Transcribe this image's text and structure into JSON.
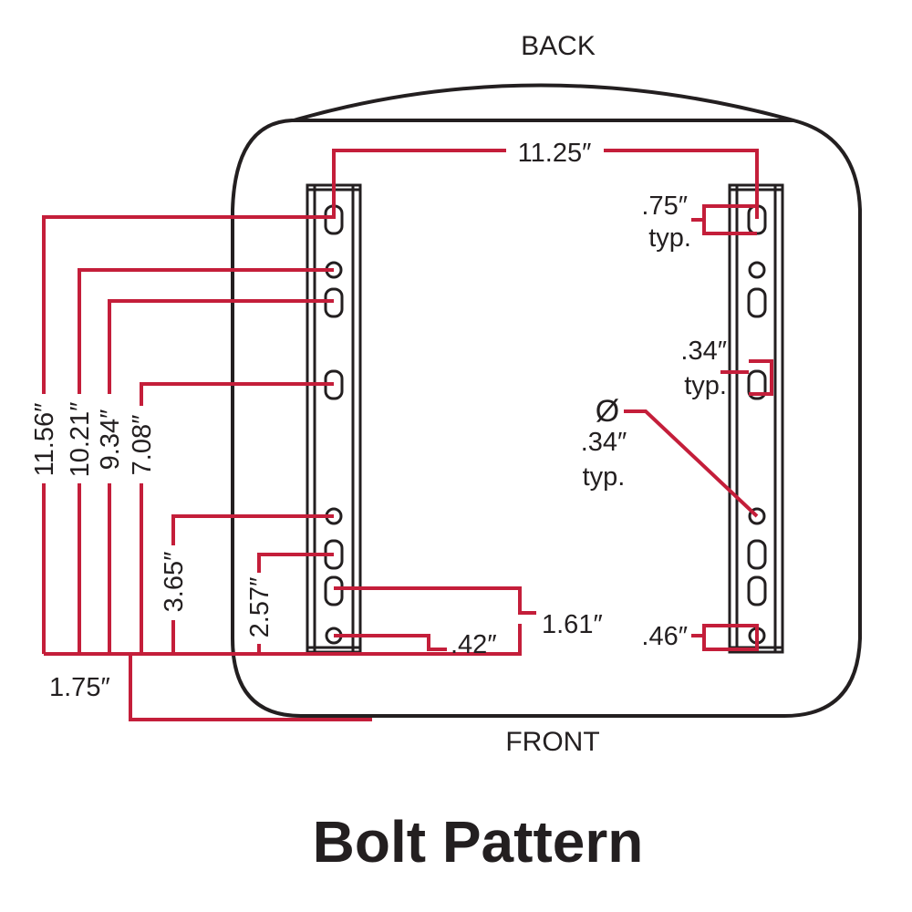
{
  "labels": {
    "back": "BACK",
    "front": "FRONT",
    "title": "Bolt Pattern",
    "width_11_25": "11.25″",
    "slot_075": ".75″",
    "slot_075_typ": "typ.",
    "slot_034": ".34″",
    "slot_034_typ": "typ.",
    "diameter_symbol": "Ø",
    "hole_034": ".34″",
    "hole_034_typ": "typ.",
    "offset_046": ".46″",
    "dim_161": "1.61″",
    "dim_042": ".42″",
    "dim_175": "1.75″",
    "dim_1156": "11.56″",
    "dim_1021": "10.21″",
    "dim_934": "9.34″",
    "dim_708": "7.08″",
    "dim_365": "3.65″",
    "dim_257": "2.57″"
  },
  "colors": {
    "dimension_line": "#c41e3a",
    "outline": "#231f20",
    "background": "#ffffff"
  }
}
